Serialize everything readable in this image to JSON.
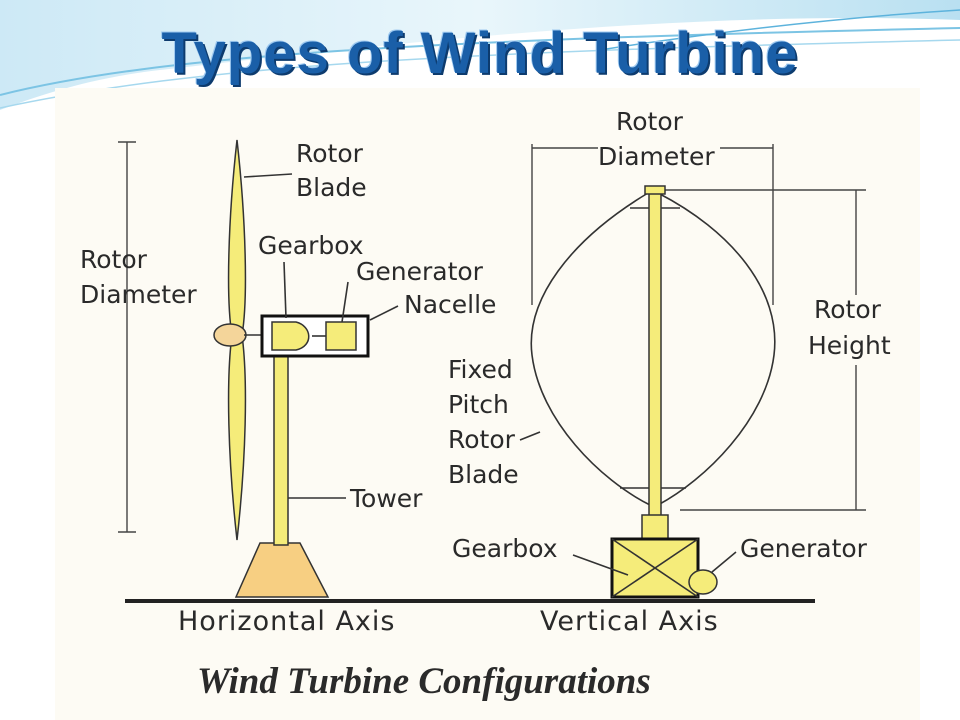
{
  "title": "Types of Wind Turbine",
  "caption": "Wind Turbine Configurations",
  "colors": {
    "title": "#1a5fa8",
    "turbine_fill": "#f5ec7a",
    "tower_base": "#f7cf82",
    "hub": "#f4d59a"
  },
  "horizontal": {
    "axis_label": "Horizontal Axis",
    "labels": {
      "rotor_blade_1": "Rotor",
      "rotor_blade_2": "Blade",
      "rotor_diameter_1": "Rotor",
      "rotor_diameter_2": "Diameter",
      "gearbox": "Gearbox",
      "generator": "Generator",
      "nacelle": "Nacelle",
      "tower": "Tower"
    }
  },
  "vertical": {
    "axis_label": "Vertical Axis",
    "labels": {
      "rotor_diameter_1": "Rotor",
      "rotor_diameter_2": "Diameter",
      "rotor_height_1": "Rotor",
      "rotor_height_2": "Height",
      "fixed_1": "Fixed",
      "fixed_2": "Pitch",
      "fixed_3": "Rotor",
      "fixed_4": "Blade",
      "gearbox": "Gearbox",
      "generator": "Generator"
    }
  }
}
